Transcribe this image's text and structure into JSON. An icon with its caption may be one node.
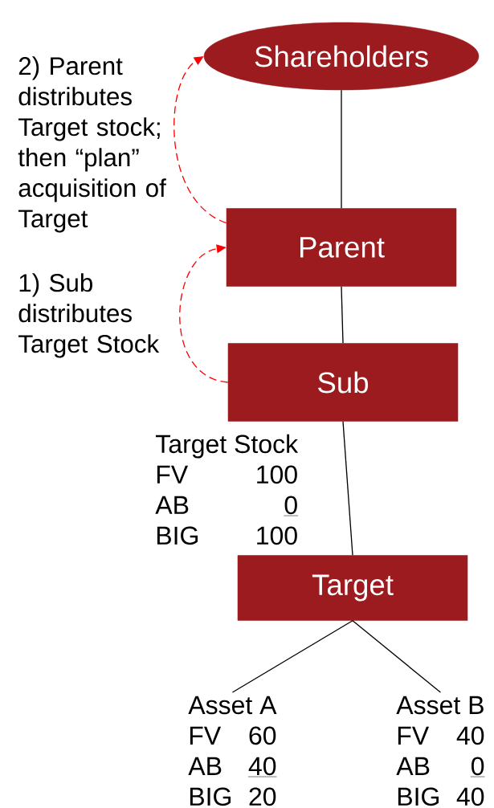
{
  "diagram": {
    "nodes": [
      {
        "text": [
          "Shareholders"
        ]
      },
      {
        "text": [
          "Parent"
        ]
      },
      {
        "text": [
          "Sub"
        ]
      },
      {
        "text": [
          "Target"
        ]
      },
      {
        "text": [
          "Asset A",
          "FV",
          "60",
          "AB",
          "40",
          "BIG",
          "20"
        ]
      },
      {
        "text": [
          "Asset B",
          "FV",
          "40",
          "AB",
          "0",
          "BIG",
          "40"
        ]
      }
    ],
    "edges": [
      {
        "from": 0,
        "to": 1,
        "arrow": "none"
      },
      {
        "from": 1,
        "to": 2,
        "arrow": "none"
      },
      {
        "from": 2,
        "to": 3,
        "arrow": "none"
      },
      {
        "from": 3,
        "to": 4,
        "arrow": "none"
      },
      {
        "from": 3,
        "to": 5,
        "arrow": "none"
      },
      {
        "from": 2,
        "to": 1,
        "arrow": "to",
        "style": "dashed",
        "color": "#ff0000",
        "label": "1) Sub distributes Target Stock"
      },
      {
        "from": 1,
        "to": 0,
        "arrow": "to",
        "style": "dashed",
        "color": "#ff0000",
        "label": "2) Parent distributes Target stock; then “plan” acquisition of Target"
      }
    ],
    "labels": [
      "Target Stock",
      "FV",
      "100",
      "AB",
      "0",
      "BIG",
      "100"
    ]
  }
}
